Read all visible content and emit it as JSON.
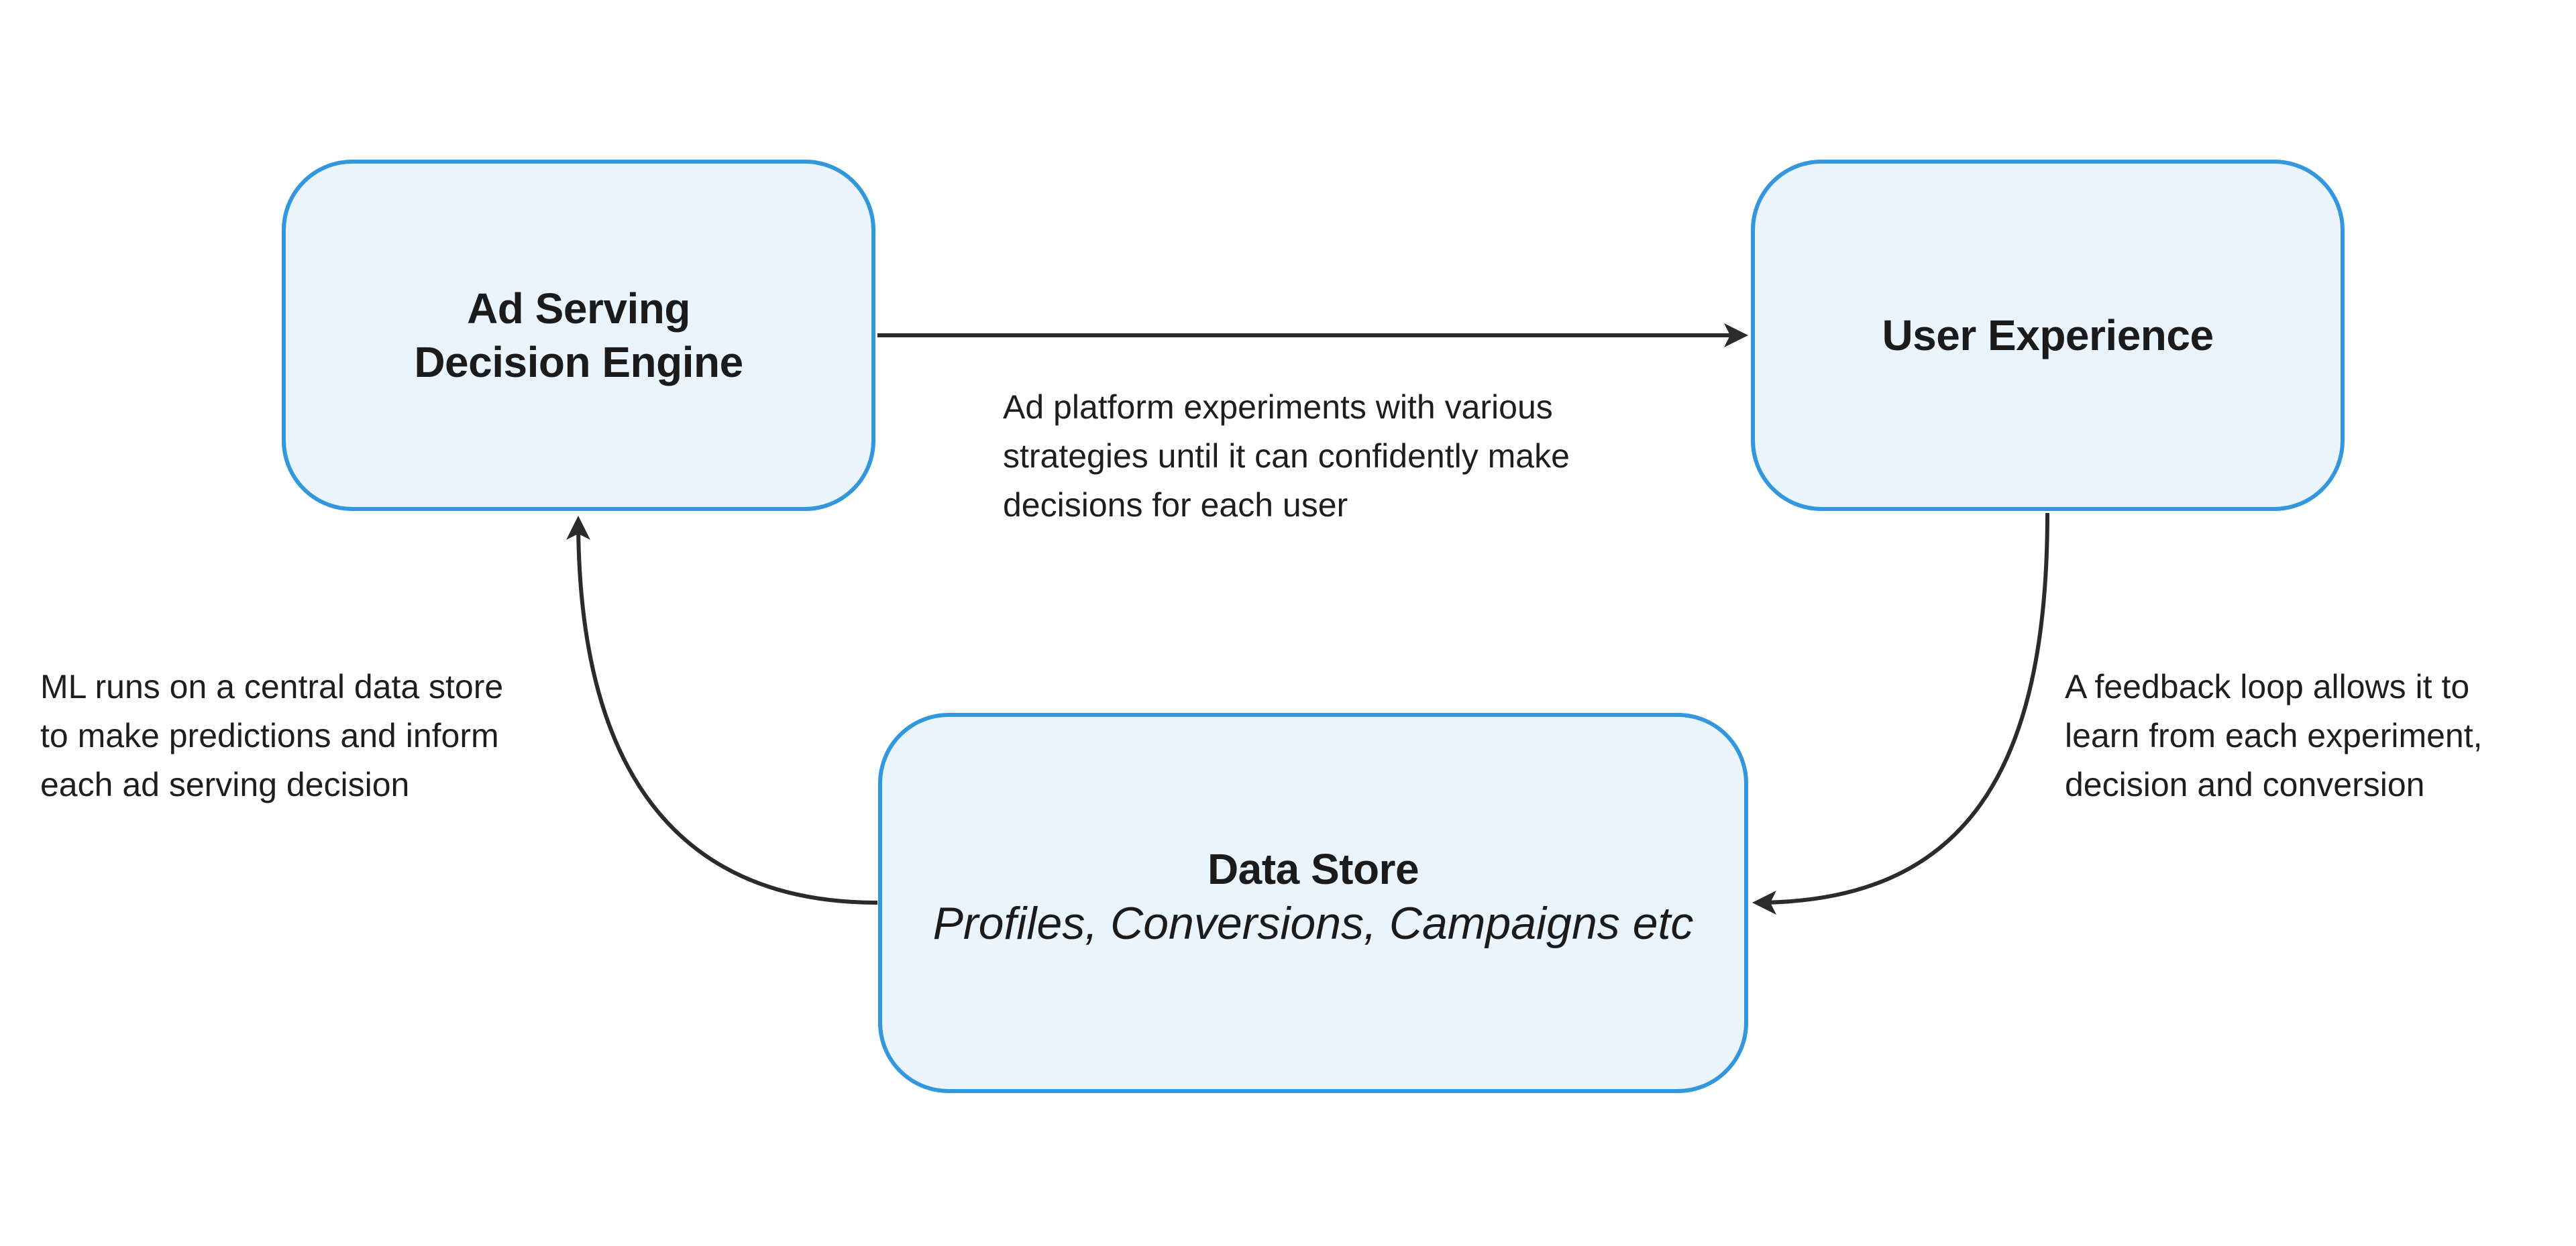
{
  "nodes": {
    "engine": {
      "title": "Ad Serving\nDecision Engine"
    },
    "ux": {
      "title": "User Experience"
    },
    "store": {
      "title": "Data Store",
      "subtitle": "Profiles, Conversions, Campaigns etc"
    }
  },
  "annotations": {
    "experiments": "Ad platform experiments with various\nstrategies until it can confidently make\ndecisions for each user",
    "ml": "ML runs on a central data store\nto make predictions and inform\neach ad serving decision",
    "feedback": "A feedback loop allows it to\nlearn from each experiment,\ndecision and conversion"
  },
  "edges": [
    {
      "from": "Ad Serving Decision Engine",
      "to": "User Experience"
    },
    {
      "from": "User Experience",
      "to": "Data Store"
    },
    {
      "from": "Data Store",
      "to": "Ad Serving Decision Engine"
    }
  ],
  "colors": {
    "node_fill": "#e9f4fd",
    "node_border": "#3397dd",
    "arrow": "#2b2b2b",
    "text": "#1c1c1c"
  }
}
